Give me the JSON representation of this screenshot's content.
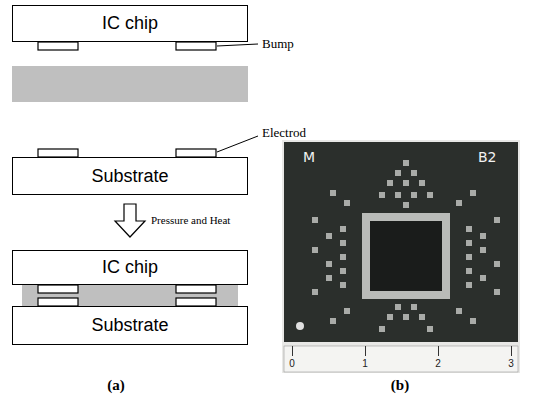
{
  "diagram": {
    "nodes": [
      {
        "text": [
          "IC chip"
        ]
      },
      {
        "text": [
          "Substrate"
        ]
      },
      {
        "text": [
          "IC chip"
        ]
      },
      {
        "text": [
          "Substrate"
        ]
      }
    ],
    "labels": [
      "Bump",
      "Electrod",
      "Pressure and Heat",
      "(a)",
      "(b)",
      "M",
      "B2",
      "0",
      "1",
      "2",
      "3"
    ]
  }
}
